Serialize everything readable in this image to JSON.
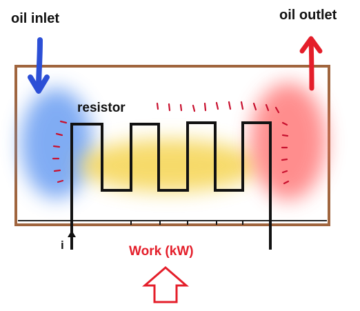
{
  "labels": {
    "oil_inlet": "oil inlet",
    "oil_outlet": "oil outlet",
    "resistor": "resistor",
    "current": "i",
    "work": "Work (kW)"
  },
  "colors": {
    "tank_border": "#a0653e",
    "inlet_arrow": "#2c4fd6",
    "outlet_arrow": "#e41e2a",
    "work_text": "#e41e2a",
    "cold_zone": "#6a9ef2",
    "warm_zone": "#f5d451",
    "hot_zone": "#ff7a7a",
    "heat_marks": "#c8102e",
    "wire": "#111111"
  },
  "icons": [
    "inlet-arrow-icon",
    "outlet-arrow-icon",
    "current-arrow-icon",
    "work-arrow-icon"
  ]
}
